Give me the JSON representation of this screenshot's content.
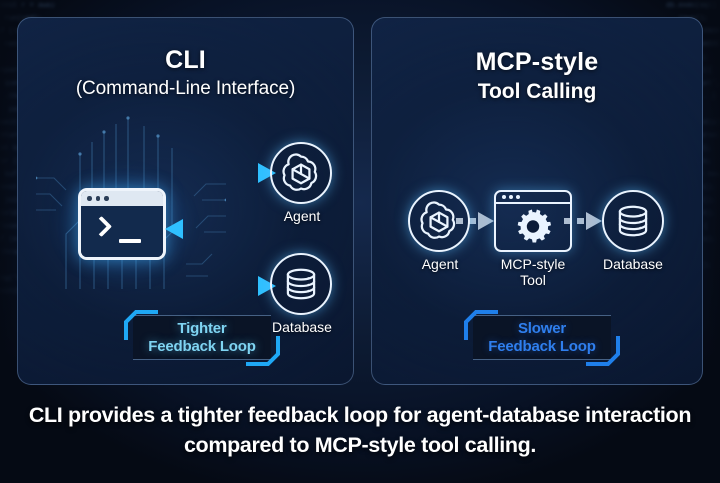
{
  "caption": "CLI provides a tighter feedback loop for agent-database interaction compared to MCP-style tool calling.",
  "panels": {
    "cli": {
      "title_main": "CLI",
      "title_sub": "(Command-Line Interface)",
      "terminal": {
        "icon_name": "terminal-window-icon",
        "prompt_symbol": ">",
        "cursor": "_"
      },
      "nodes": [
        {
          "id": "agent",
          "label": "Agent",
          "icon": "openai-logo-icon"
        },
        {
          "id": "database",
          "label": "Database",
          "icon": "database-cylinder-icon"
        }
      ],
      "flow": {
        "style": "solid",
        "color": "#1fa8f5",
        "edges": [
          {
            "from": "cli",
            "to": "agent"
          },
          {
            "from": "cli",
            "to": "database"
          },
          {
            "from": "nodes",
            "to": "cli"
          }
        ]
      },
      "badge": {
        "line1": "Tighter",
        "line2": "Feedback Loop",
        "color": "#7fd4f2"
      }
    },
    "mcp": {
      "title_main": "MCP-style",
      "title_sub": "Tool Calling",
      "nodes": [
        {
          "id": "agent",
          "label": "Agent",
          "icon": "openai-logo-icon"
        },
        {
          "id": "tool",
          "label": "MCP-style\nTool",
          "label_line1": "MCP-style",
          "label_line2": "Tool",
          "icon": "gear-window-icon"
        },
        {
          "id": "database",
          "label": "Database",
          "icon": "database-cylinder-icon"
        }
      ],
      "flow": {
        "style": "dashed",
        "color": "#aebdd0",
        "edges": [
          {
            "from": "agent",
            "to": "tool"
          },
          {
            "from": "tool",
            "to": "database"
          }
        ]
      },
      "badge": {
        "line1": "Slower",
        "line2": "Feedback Loop",
        "color": "#2f7fee"
      }
    }
  },
  "theme": {
    "background": "#050a14",
    "panel_fill": "#0c1c38",
    "panel_border": "#7ea0cd",
    "accent_cyan": "#1fa8f5",
    "accent_blue": "#2f7fee",
    "text_primary": "#ffffff"
  },
  "decor": {
    "code_left": "const r = await\n  run(cmd);\nif (!ok) {\n  retry(n);\n}\nexport fn\n  query(db)\n  .then(x =>\n   parse(x));\nawait flush();\nreturn data;\nlet buf = []\nfor (i of s)\n  buf.push(i)\nconst out =\n  join(buf);\nyield out;\nclose(conn);\nif (err) {\n throw err;\n}\nlog('done')\nexit(0);",
    "code_right": "db.exec(sql)\n  .rows();\nSELECT * FROM\n  users WHERE\n  id = $1;\ntool.call({\n name: 'get',\n args: {...}\n});\nawait send(p);\nschema.parse(\n  payload);\nreturn res;\nconst s = new\n  Session();\ns.connect();\nhandle(evt);\nif (ack) {\n commit(tx);\n}\nrollback();\nclose();"
  }
}
